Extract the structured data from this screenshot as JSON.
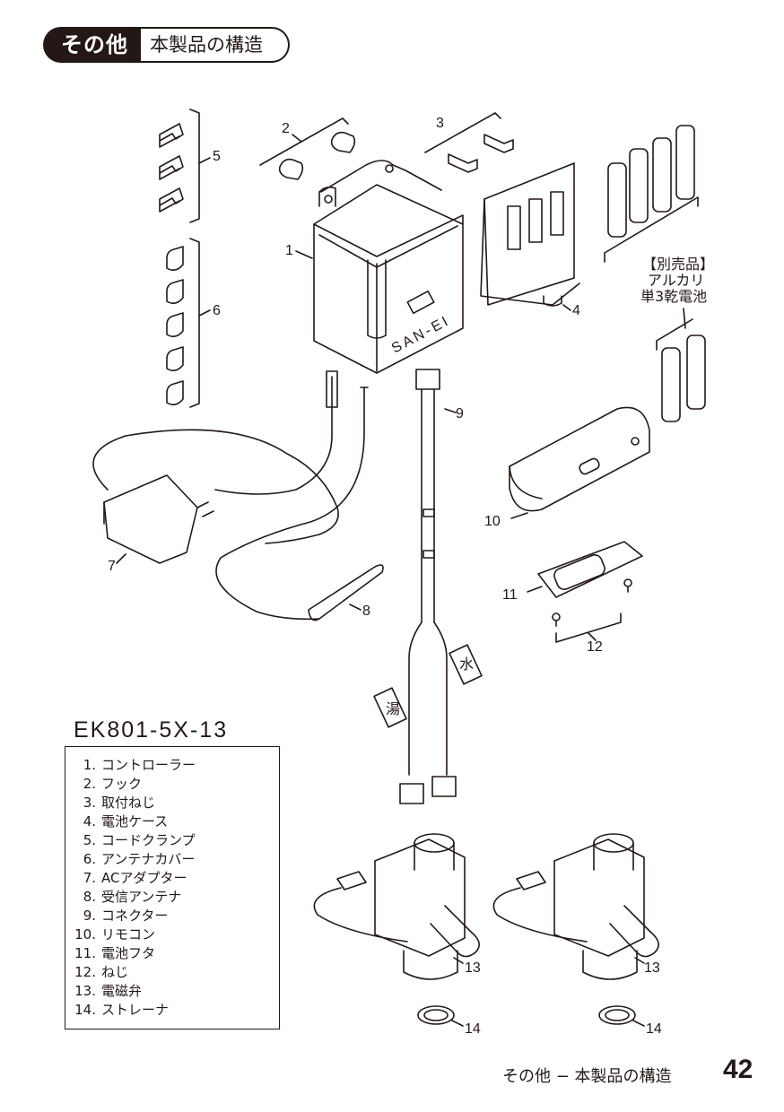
{
  "header": {
    "category": "その他",
    "title": "本製品の構造"
  },
  "model": "EK801-5X-13",
  "callouts": {
    "c1": "1",
    "c2": "2",
    "c3": "3",
    "c4": "4",
    "c5": "5",
    "c6": "6",
    "c7": "7",
    "c8": "8",
    "c9": "9",
    "c10": "10",
    "c11": "11",
    "c12": "12",
    "c13a": "13",
    "c13b": "13",
    "c14a": "14",
    "c14b": "14"
  },
  "battery_note": {
    "line1": "【別売品】",
    "line2": "アルカリ",
    "line3": "単3乾電池"
  },
  "brand_mark": "SAN-EI",
  "tags": {
    "hot": "湯",
    "cold": "水"
  },
  "parts": [
    {
      "num": "1.",
      "name": "コントローラー"
    },
    {
      "num": "2.",
      "name": "フック"
    },
    {
      "num": "3.",
      "name": "取付ねじ"
    },
    {
      "num": "4.",
      "name": "電池ケース"
    },
    {
      "num": "5.",
      "name": "コードクランプ"
    },
    {
      "num": "6.",
      "name": "アンテナカバー"
    },
    {
      "num": "7.",
      "name": "ACアダプター"
    },
    {
      "num": "8.",
      "name": "受信アンテナ"
    },
    {
      "num": "9.",
      "name": "コネクター"
    },
    {
      "num": "10.",
      "name": "リモコン"
    },
    {
      "num": "11.",
      "name": "電池フタ"
    },
    {
      "num": "12.",
      "name": "ねじ"
    },
    {
      "num": "13.",
      "name": "電磁弁"
    },
    {
      "num": "14.",
      "name": "ストレーナ"
    }
  ],
  "footer": {
    "text": "その他 − 本製品の構造",
    "page": "42"
  }
}
